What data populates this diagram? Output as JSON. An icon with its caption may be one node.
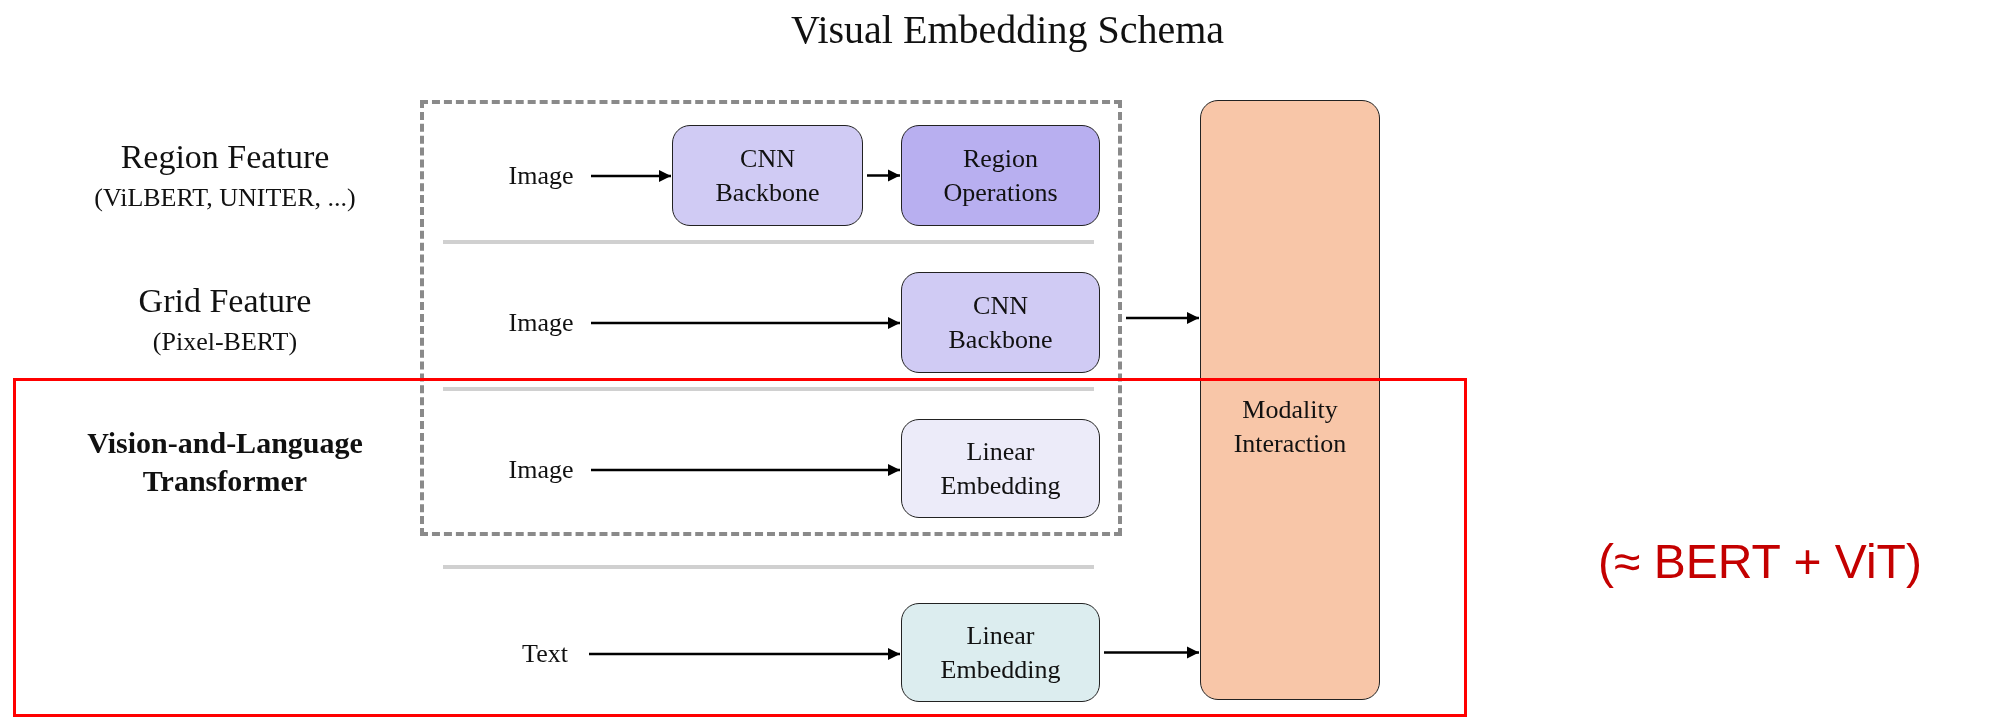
{
  "diagram": {
    "title": "Visual Embedding Schema",
    "nodes": [
      {
        "text": [],
        "shape": "box"
      },
      {
        "text": [
          "Image"
        ],
        "in": 0
      },
      {
        "text": [
          "CNN Backbone"
        ],
        "in": 0
      },
      {
        "text": [
          "Region Operations"
        ],
        "in": 0
      },
      {
        "text": [
          "Image"
        ],
        "in": 0
      },
      {
        "text": [
          "CNN Backbone"
        ],
        "in": 0
      },
      {
        "text": [
          "Image"
        ],
        "in": 0
      },
      {
        "text": [
          "Linear Embedding"
        ],
        "in": 0
      },
      {
        "text": [
          "Modality Interaction"
        ]
      },
      {
        "text": [
          "Text"
        ]
      },
      {
        "text": [
          "Linear Embedding"
        ]
      }
    ],
    "edges": [
      {
        "from": 1,
        "to": 2,
        "arrow": "to"
      },
      {
        "from": 2,
        "to": 3,
        "arrow": "to"
      },
      {
        "from": 4,
        "to": 5,
        "arrow": "to"
      },
      {
        "from": 6,
        "to": 7,
        "arrow": "to"
      },
      {
        "from": 0,
        "to": 8,
        "arrow": "to"
      },
      {
        "from": 9,
        "to": 10,
        "arrow": "to"
      },
      {
        "from": 10,
        "to": 8,
        "arrow": "to"
      }
    ],
    "labels": [
      "Region Feature",
      "(ViLBERT, UNITER, ...)",
      "Grid Feature",
      "(Pixel-BERT)",
      "Vision-and-Language Transformer",
      "(≈ BERT + ViT)"
    ]
  }
}
